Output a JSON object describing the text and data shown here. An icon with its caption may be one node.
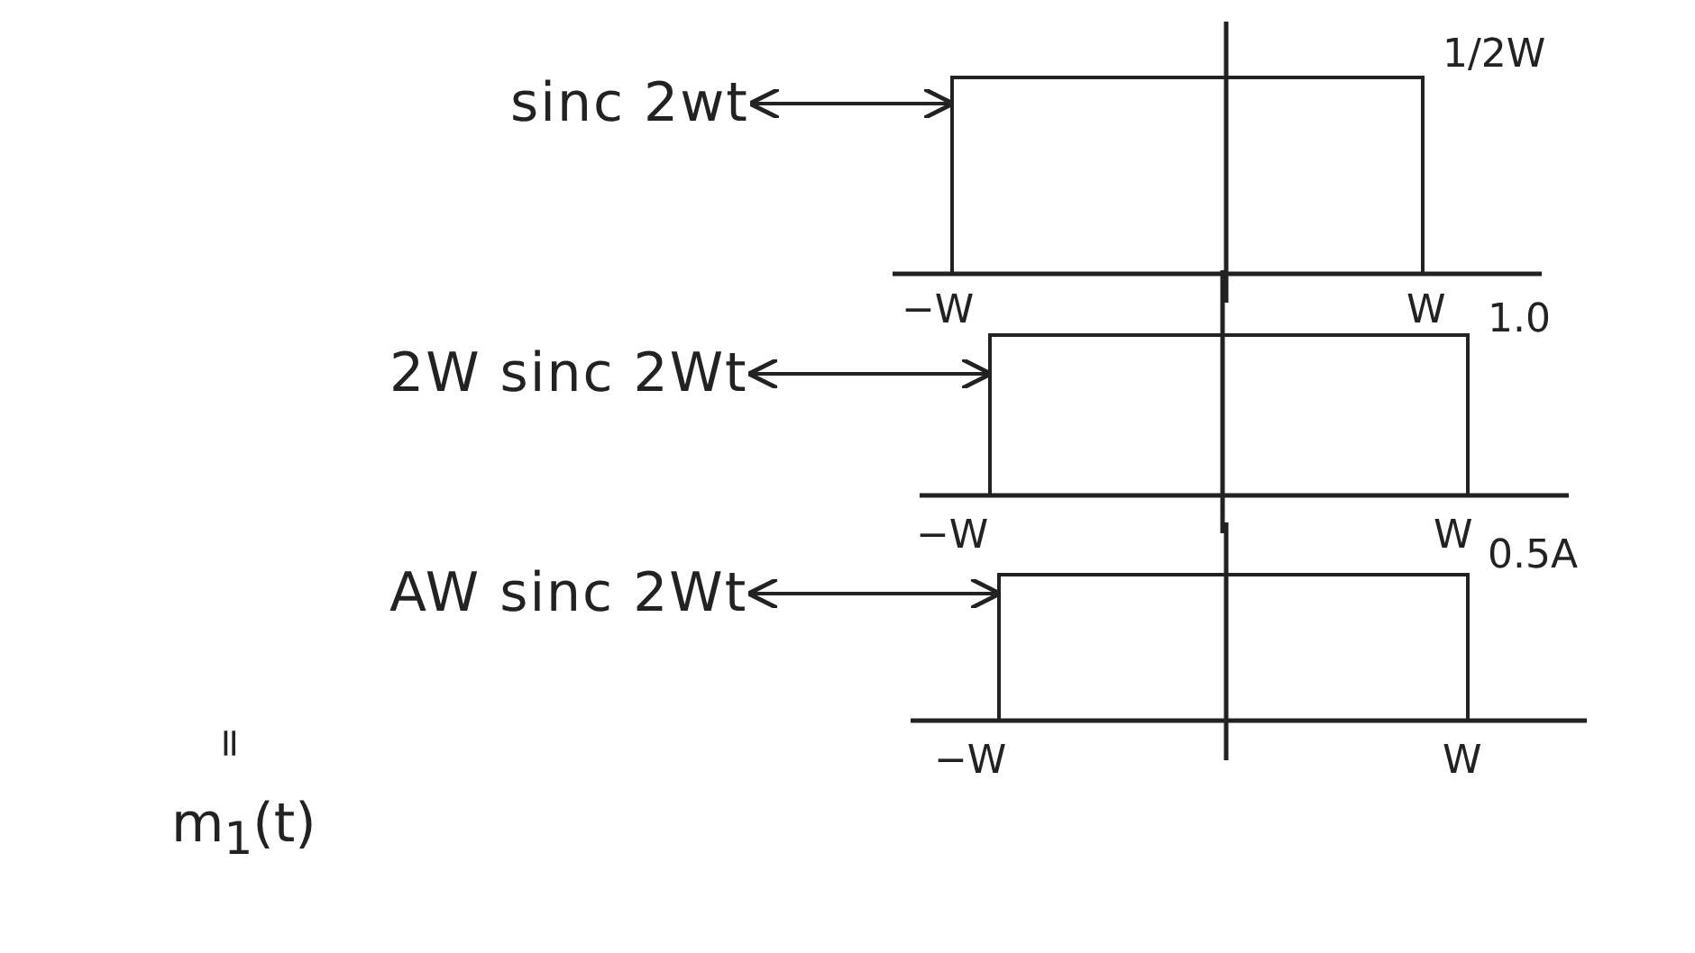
{
  "diagram": {
    "nodes": [
      {
        "text": [
          "sinc 2wt"
        ]
      },
      {
        "text": [],
        "shape": "box"
      },
      {
        "text": [
          "2W sinc 2Wt"
        ]
      },
      {
        "text": [],
        "shape": "box"
      },
      {
        "text": [
          "AW sinc 2Wt"
        ]
      },
      {
        "text": [],
        "shape": "box"
      }
    ],
    "edges": [
      {
        "from": 0,
        "to": 1,
        "arrow": "both"
      },
      {
        "from": 2,
        "to": 3,
        "arrow": "both"
      },
      {
        "from": 4,
        "to": 5,
        "arrow": "both"
      }
    ],
    "labels": [
      "1/2W",
      "−W",
      "W",
      "1.0",
      "−W",
      "W",
      "0.5A",
      "−W",
      "W",
      "=",
      "m$_{1}$(t)"
    ]
  }
}
